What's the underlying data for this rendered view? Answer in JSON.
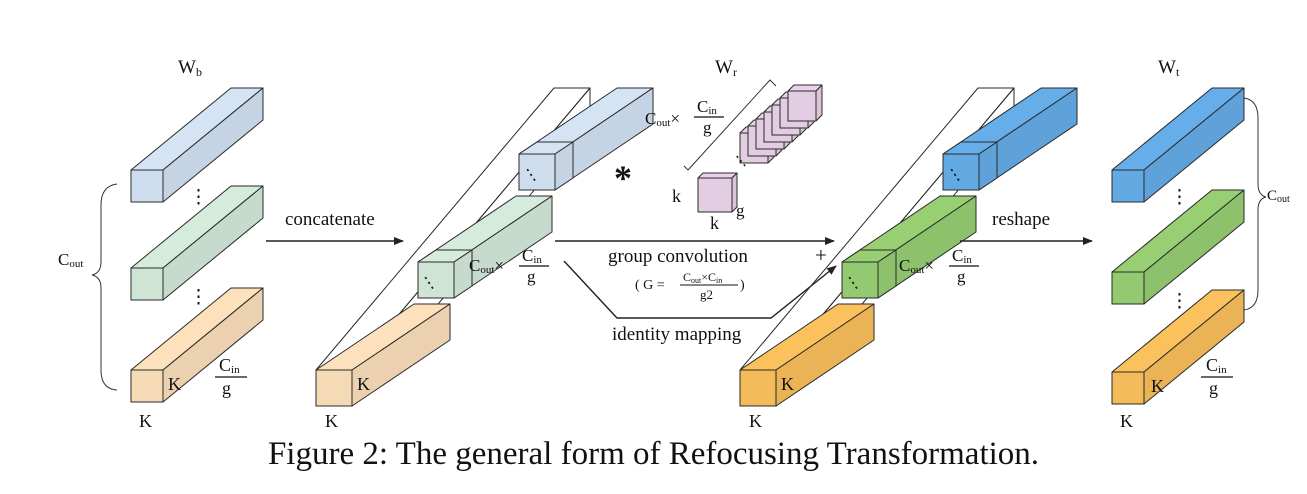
{
  "caption": "Figure 2: The general form of Refocusing Transformation.",
  "colors": {
    "blue_light": "#d4e4f5",
    "green_light": "#d5ebdc",
    "orange_light": "#fde1bc",
    "pink": "#e9d3ea",
    "blue": "#66aee9",
    "green": "#98cf73",
    "orange": "#fbc15c"
  },
  "labels": {
    "wb_main": "W",
    "wb_sub": "b",
    "wr_main": "W",
    "wr_sub": "r",
    "wt_main": "W",
    "wt_sub": "t",
    "cout": "C",
    "cout_sub": "out",
    "times": "×",
    "cin": "C",
    "cin_sub": "in",
    "g": "g",
    "k_upper": "K",
    "k_lower": "k",
    "concatenate": "concatenate",
    "reshape": "reshape",
    "group_convolution": "group  convolution",
    "g_formula_open": "( G = ",
    "g_formula_close": " )",
    "g_formula_num": "C",
    "g_formula_den": "g2",
    "identity_mapping": "identity mapping",
    "conv_star": "*",
    "plus": "+",
    "dots": "⋮"
  }
}
